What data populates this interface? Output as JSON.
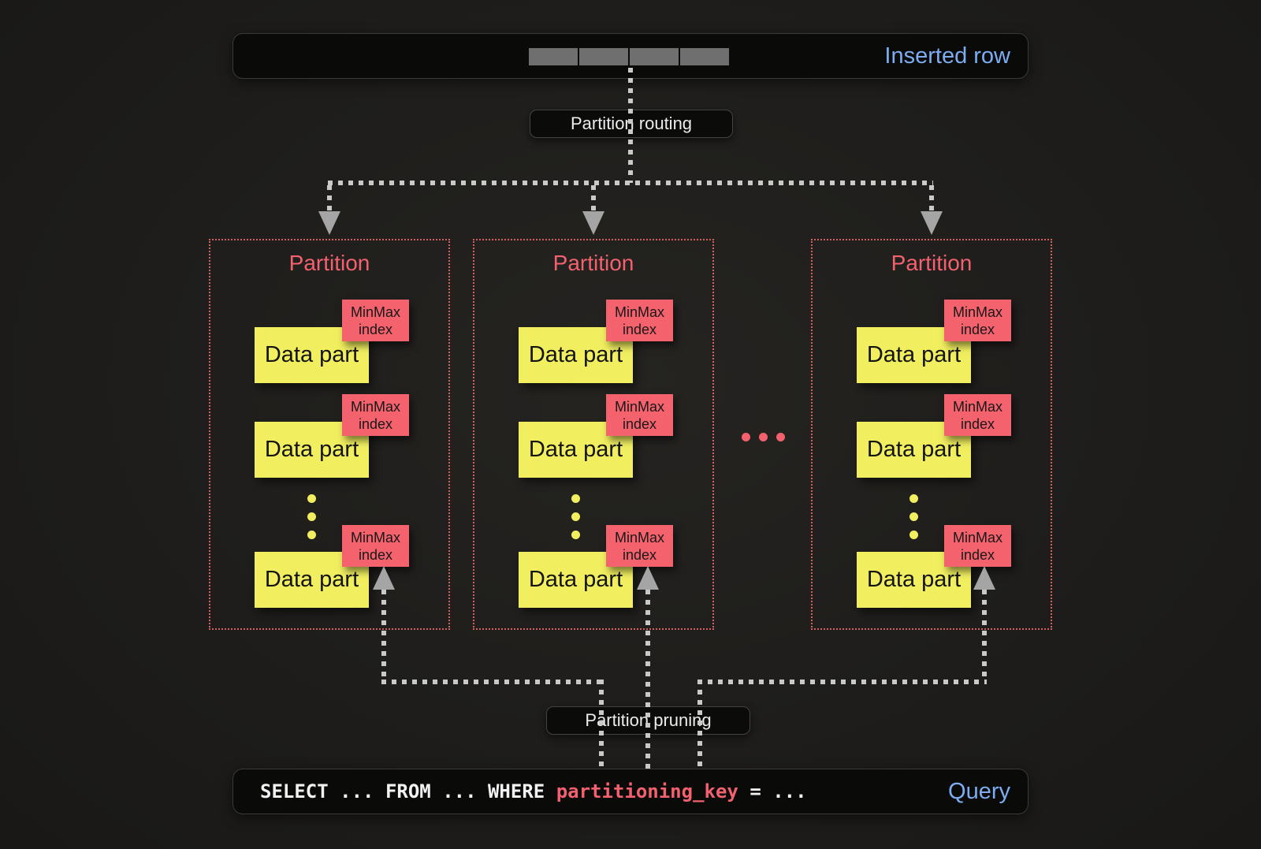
{
  "colors": {
    "background": "#1e1d1b",
    "bar_background": "#0a0a09",
    "accent_blue": "#7cadf3",
    "accent_pink": "#f4616e",
    "data_part_yellow": "#f1ef60",
    "minmax_red": "#f4626d",
    "dash_gray": "#c9c9c9",
    "arrow_gray": "#a5a5a5",
    "segment_gray": "#6f6f6f",
    "partition_border": "#d65f5f"
  },
  "top_bar": {
    "label": "Inserted row",
    "segment_count": 4
  },
  "labels": {
    "routing": "Partition routing",
    "pruning": "Partition pruning"
  },
  "partitions": [
    {
      "title": "Partition",
      "parts": [
        {
          "label": "Data part",
          "index_label": "MinMax index"
        },
        {
          "label": "Data part",
          "index_label": "MinMax index"
        },
        {
          "label": "Data part",
          "index_label": "MinMax index"
        }
      ]
    },
    {
      "title": "Partition",
      "parts": [
        {
          "label": "Data part",
          "index_label": "MinMax index"
        },
        {
          "label": "Data part",
          "index_label": "MinMax index"
        },
        {
          "label": "Data part",
          "index_label": "MinMax index"
        }
      ]
    },
    {
      "title": "Partition",
      "parts": [
        {
          "label": "Data part",
          "index_label": "MinMax index"
        },
        {
          "label": "Data part",
          "index_label": "MinMax index"
        },
        {
          "label": "Data part",
          "index_label": "MinMax index"
        }
      ]
    }
  ],
  "ellipsis": "...",
  "query_bar": {
    "sql_prefix": "SELECT ... FROM ... WHERE ",
    "sql_key": "partitioning_key",
    "sql_suffix": " = ...",
    "label": "Query"
  }
}
